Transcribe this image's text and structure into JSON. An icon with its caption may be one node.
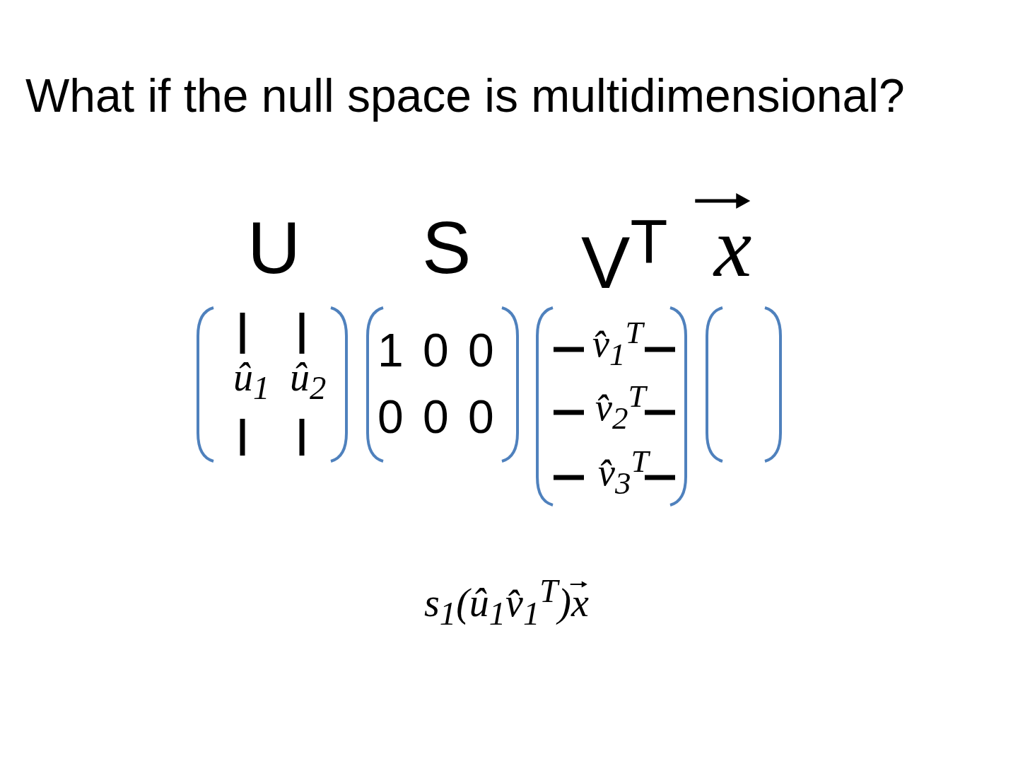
{
  "diagram": {
    "title": "What if the null space is multidimensional?",
    "labels": [
      "U",
      "S",
      "V$^{T}$",
      "x⃗",
      "û$_{1}$",
      "û$_{2}$",
      "1",
      "0",
      "0",
      "0",
      "0",
      "0",
      "v̂$_{1}$$^{T}$",
      "v̂$_{2}$$^{T}$",
      "v̂$_{3}$$^{T}$",
      "s$_{1}$(û$_{1}$v̂$_{1}$$^{T}$)x⃗"
    ]
  }
}
